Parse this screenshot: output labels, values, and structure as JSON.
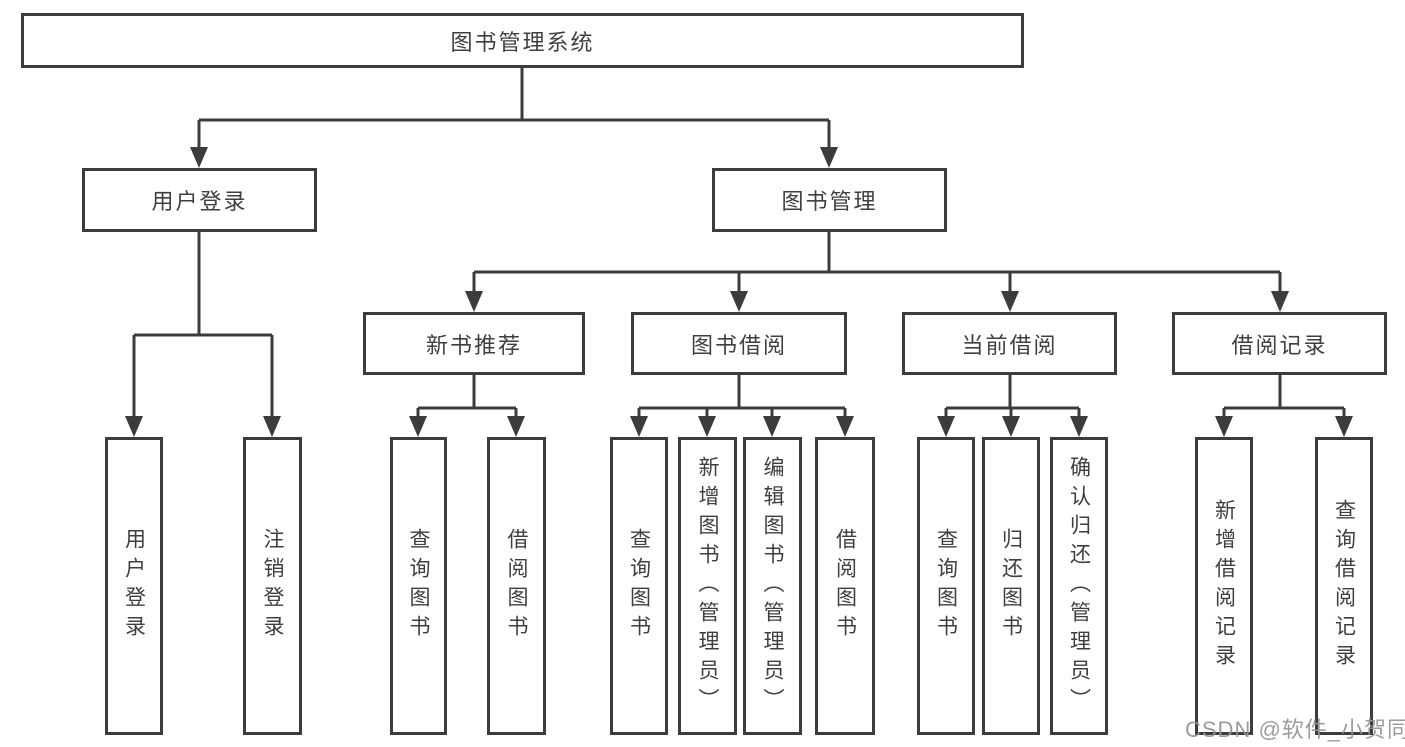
{
  "diagram": {
    "colors": {
      "line": "#3c3c3c",
      "text": "#3f3f3f",
      "watermark": "#949498"
    },
    "watermark": "CSDN @软件_小贺同学",
    "nodes": {
      "root": {
        "label": "图书管理系统"
      },
      "user_login": {
        "label": "用户登录"
      },
      "book_mgmt": {
        "label": "图书管理"
      },
      "new_books": {
        "label": "新书推荐"
      },
      "book_borrow": {
        "label": "图书借阅"
      },
      "current_borrow": {
        "label": "当前借阅"
      },
      "borrow_records": {
        "label": "借阅记录"
      },
      "leaf_user_login": {
        "label": "用户登录"
      },
      "leaf_logout": {
        "label": "注销登录"
      },
      "leaf_query_books_1": {
        "label": "查询图书"
      },
      "leaf_borrow_books_1": {
        "label": "借阅图书"
      },
      "leaf_query_books_2": {
        "label": "查询图书"
      },
      "leaf_add_books": {
        "label": "新增图书（管理员）"
      },
      "leaf_edit_books": {
        "label": "编辑图书（管理员）"
      },
      "leaf_borrow_books_2": {
        "label": "借阅图书"
      },
      "leaf_query_books_3": {
        "label": "查询图书"
      },
      "leaf_return_books": {
        "label": "归还图书"
      },
      "leaf_confirm_return": {
        "label": "确认归还（管理员）"
      },
      "leaf_add_record": {
        "label": "新增借阅记录"
      },
      "leaf_query_record": {
        "label": "查询借阅记录"
      }
    },
    "edges": [
      {
        "from": "root",
        "to": [
          "user_login",
          "book_mgmt"
        ]
      },
      {
        "from": "user_login",
        "to": [
          "leaf_user_login",
          "leaf_logout"
        ]
      },
      {
        "from": "book_mgmt",
        "to": [
          "new_books",
          "book_borrow",
          "current_borrow",
          "borrow_records"
        ]
      },
      {
        "from": "new_books",
        "to": [
          "leaf_query_books_1",
          "leaf_borrow_books_1"
        ]
      },
      {
        "from": "book_borrow",
        "to": [
          "leaf_query_books_2",
          "leaf_add_books",
          "leaf_edit_books",
          "leaf_borrow_books_2"
        ]
      },
      {
        "from": "current_borrow",
        "to": [
          "leaf_query_books_3",
          "leaf_return_books",
          "leaf_confirm_return"
        ]
      },
      {
        "from": "borrow_records",
        "to": [
          "leaf_add_record",
          "leaf_query_record"
        ]
      }
    ]
  }
}
